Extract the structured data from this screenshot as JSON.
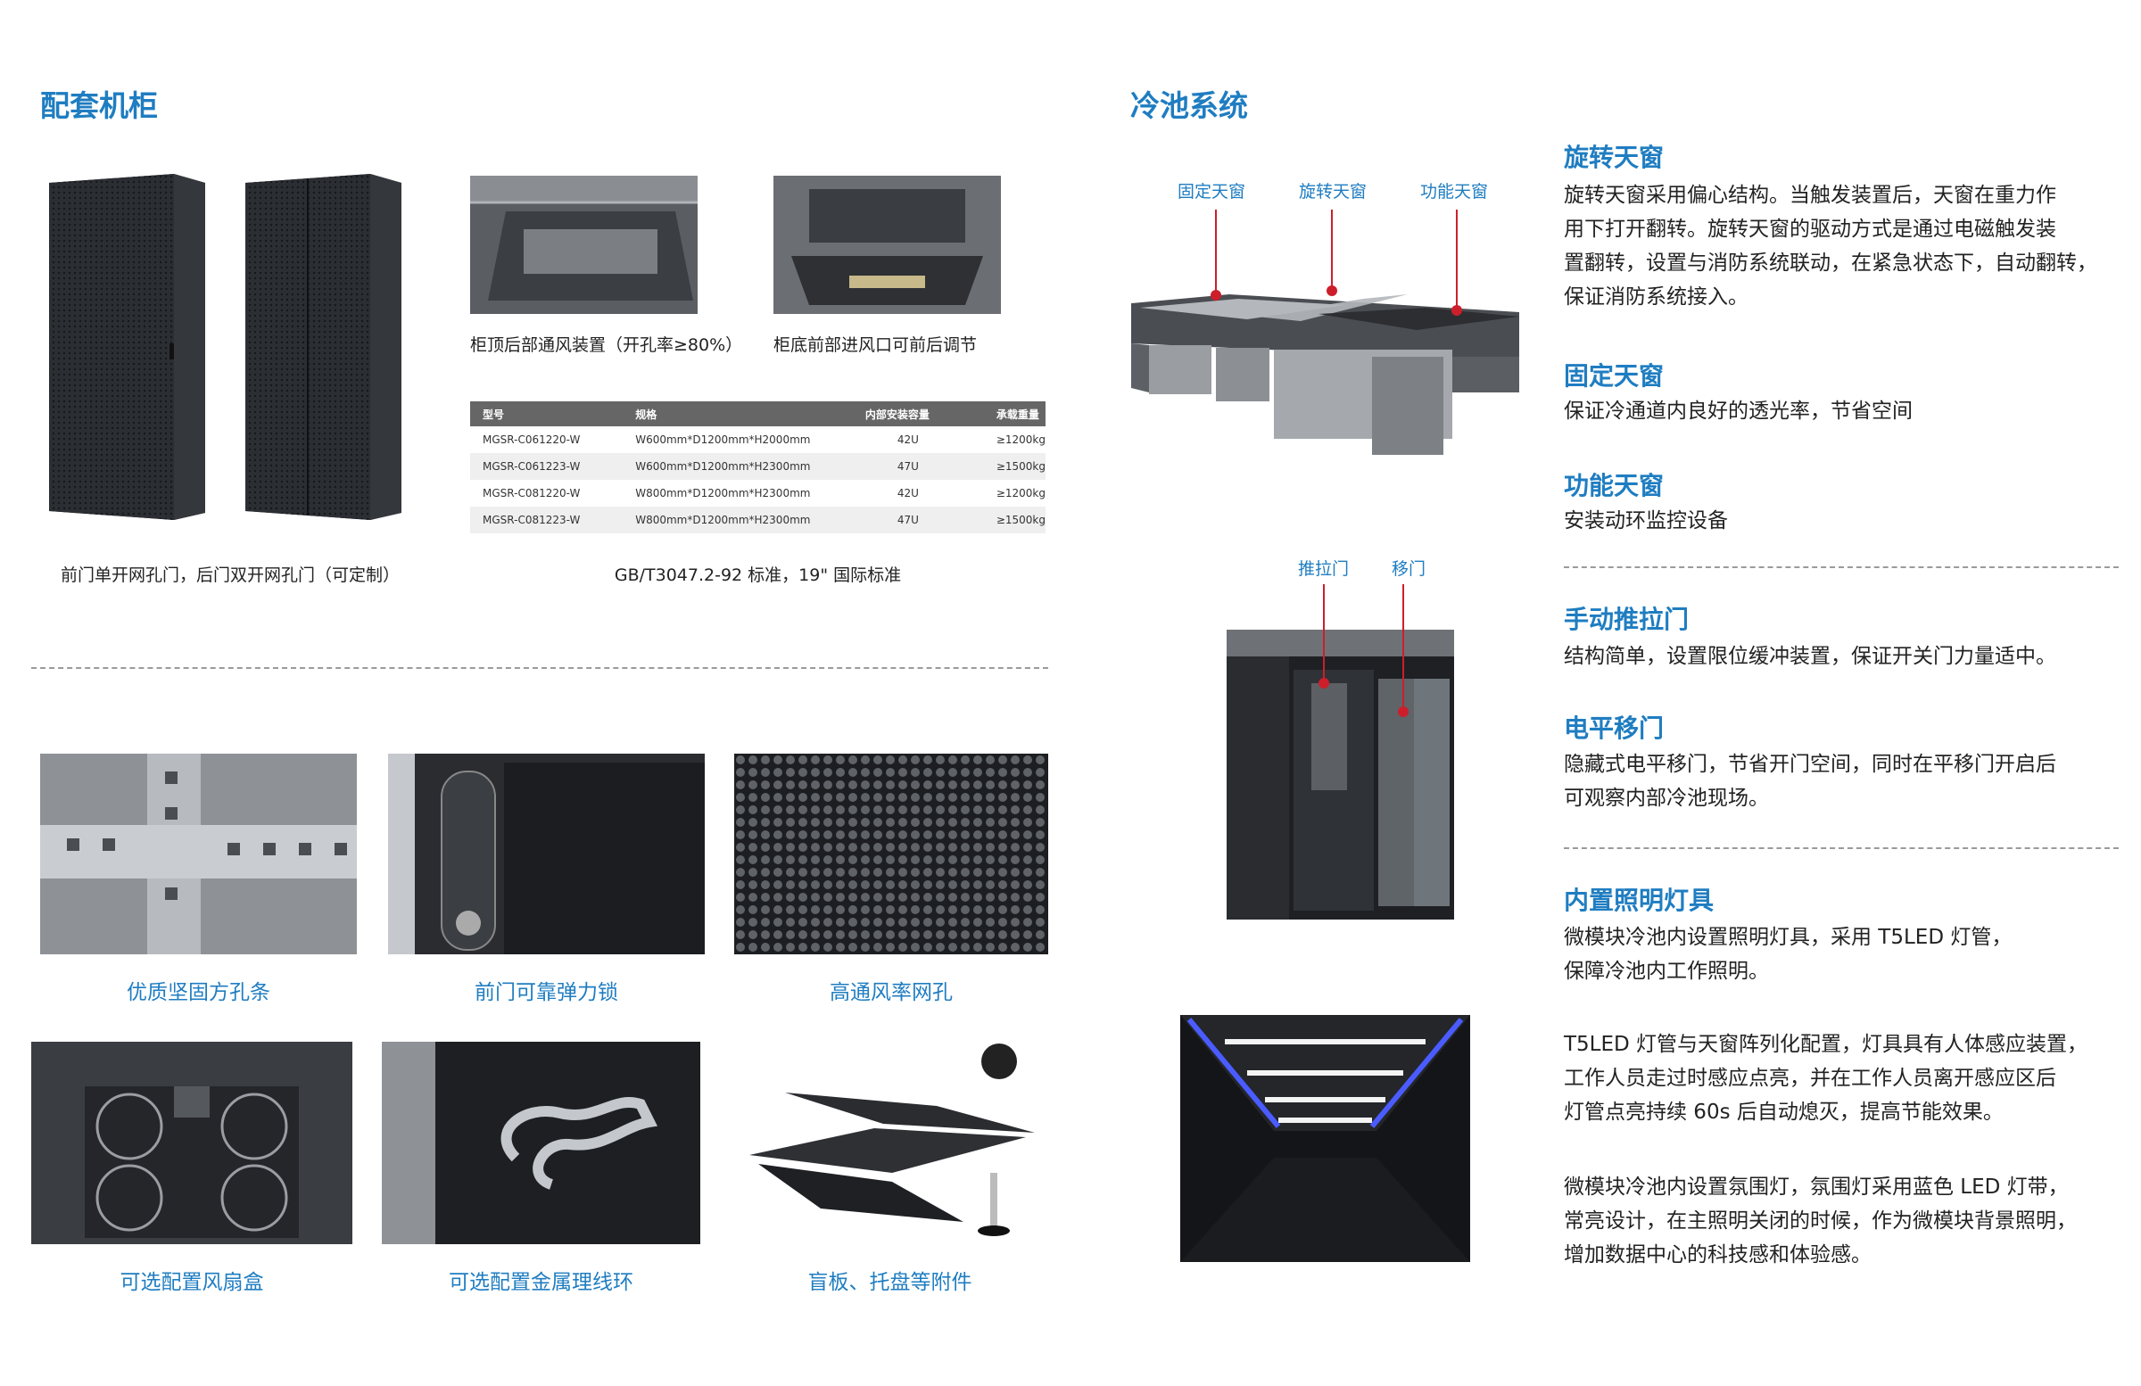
{
  "left": {
    "title": "配套机柜",
    "cabinet_caption": "前门单开网孔门，后门双开网孔门（可定制）",
    "photo1_caption": "柜顶后部通风装置（开孔率≥80%）",
    "photo2_caption": "柜底前部进风口可前后调节",
    "table": {
      "headers": [
        "型号",
        "规格",
        "内部安装容量",
        "承载重量"
      ],
      "rows": [
        [
          "MGSR-C061220-W",
          "W600mm*D1200mm*H2000mm",
          "42U",
          "≥1200kg"
        ],
        [
          "MGSR-C061223-W",
          "W600mm*D1200mm*H2300mm",
          "47U",
          "≥1500kg"
        ],
        [
          "MGSR-C081220-W",
          "W800mm*D1200mm*H2300mm",
          "42U",
          "≥1200kg"
        ],
        [
          "MGSR-C081223-W",
          "W800mm*D1200mm*H2300mm",
          "47U",
          "≥1500kg"
        ]
      ]
    },
    "standard_caption": "GB/T3047.2-92 标准，19\" 国际标准",
    "features": [
      "优质坚固方孔条",
      "前门可靠弹力锁",
      "高通风率网孔",
      "可选配置风扇盒",
      "可选配置金属理线环",
      "盲板、托盘等附件"
    ]
  },
  "right": {
    "title": "冷池系统",
    "skylight_callouts": [
      "固定天窗",
      "旋转天窗",
      "功能天窗"
    ],
    "door_callouts": [
      "推拉门",
      "移门"
    ],
    "sections": [
      {
        "title": "旋转天窗",
        "lines": [
          "旋转天窗采用偏心结构。当触发装置后，天窗在重力作",
          "用下打开翻转。旋转天窗的驱动方式是通过电磁触发装",
          "置翻转，设置与消防系统联动，在紧急状态下，自动翻转，",
          "保证消防系统接入。"
        ]
      },
      {
        "title": "固定天窗",
        "lines": [
          "保证冷通道内良好的透光率，节省空间"
        ]
      },
      {
        "title": "功能天窗",
        "lines": [
          "安装动环监控设备"
        ]
      },
      {
        "title": "手动推拉门",
        "lines": [
          "结构简单，设置限位缓冲装置，保证开关门力量适中。"
        ]
      },
      {
        "title": "电平移门",
        "lines": [
          "隐藏式电平移门，节省开门空间，同时在平移门开启后",
          "可观察内部冷池现场。"
        ]
      },
      {
        "title": "内置照明灯具",
        "lines": [
          "微模块冷池内设置照明灯具，采用 T5LED 灯管，",
          "保障冷池内工作照明。"
        ]
      }
    ],
    "paragraph2": [
      "T5LED 灯管与天窗阵列化配置，灯具具有人体感应装置，",
      "工作人员走过时感应点亮，并在工作人员离开感应区后",
      "灯管点亮持续 60s 后自动熄灭，提高节能效果。"
    ],
    "paragraph3": [
      "微模块冷池内设置氛围灯，氛围灯采用蓝色 LED 灯带，",
      "常亮设计，在主照明关闭的时候，作为微模块背景照明，",
      "增加数据中心的科技感和体验感。"
    ]
  }
}
